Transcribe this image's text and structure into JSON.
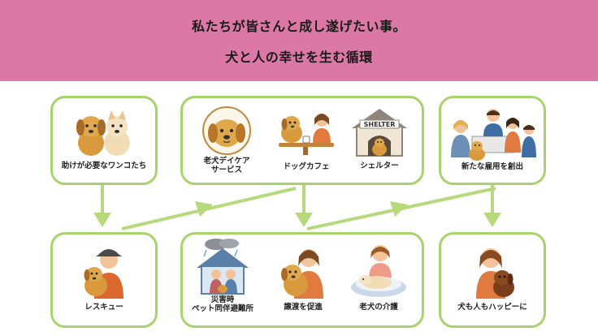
{
  "header": {
    "line1": "私たちが皆さんと成し遂げたい事。",
    "line2": "犬と人の幸せを生む循環"
  },
  "top_row": {
    "box1": [
      {
        "label": "助けが必要なワンコたち",
        "icon": "two-puppies-icon"
      }
    ],
    "box2": [
      {
        "label_line1": "老犬デイケア",
        "label_line2": "サービス",
        "icon": "golden-retriever-portrait-icon"
      },
      {
        "label": "ドッグカフェ",
        "icon": "dog-cafe-icon"
      },
      {
        "label": "シェルター",
        "icon": "shelter-house-icon",
        "sign_text": "SHELTER"
      }
    ],
    "box3": [
      {
        "label": "新たな雇用を創出",
        "icon": "staff-group-icon"
      }
    ]
  },
  "bottom_row": {
    "box1": [
      {
        "label": "レスキュー",
        "icon": "rescuer-with-dog-icon"
      }
    ],
    "box2": [
      {
        "label_line1": "災害時",
        "label_line2": "ペット同伴避難所",
        "icon": "disaster-shelter-icon"
      },
      {
        "label": "譲渡を促進",
        "icon": "adoption-hug-icon"
      },
      {
        "label": "老犬の介護",
        "icon": "senior-dog-care-icon"
      }
    ],
    "box3": [
      {
        "label": "犬も人もハッピーに",
        "icon": "happy-person-dog-icon"
      }
    ]
  },
  "colors": {
    "banner": "#dc78a6",
    "box_border": "#a8d26c",
    "arrow": "#b5d97c",
    "dog": "#d99a3e",
    "skin": "#f2c39b",
    "shirt": "#e07a3e"
  }
}
